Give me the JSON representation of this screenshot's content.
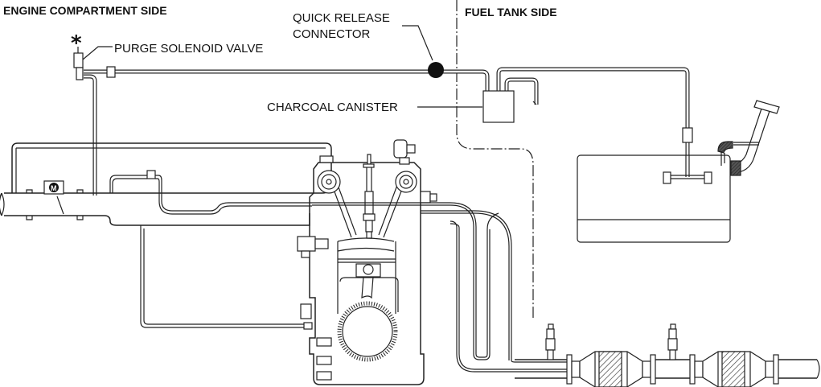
{
  "diagram": {
    "title": "Evaporative Emission Control System",
    "regions": {
      "engine_side": "ENGINE COMPARTMENT SIDE",
      "fuel_tank_side": "FUEL TANK SIDE"
    },
    "labels": {
      "purge_valve": "PURGE SOLENOID VALVE",
      "quick_release_line1": "QUICK RELEASE",
      "quick_release_line2": "CONNECTOR",
      "charcoal_canister": "CHARCOAL CANISTER",
      "asterisk": "*",
      "motor_symbol": "M"
    },
    "components": [
      "purge-solenoid-valve",
      "quick-release-connector",
      "charcoal-canister",
      "fuel-tank",
      "fuel-filler-neck",
      "intake-manifold",
      "throttle-motor",
      "engine-cylinder",
      "spark-plug",
      "crankshaft-pulley",
      "oxygen-sensor-front",
      "oxygen-sensor-rear",
      "catalytic-converter-front",
      "catalytic-converter-rear",
      "exhaust-pipe"
    ]
  }
}
